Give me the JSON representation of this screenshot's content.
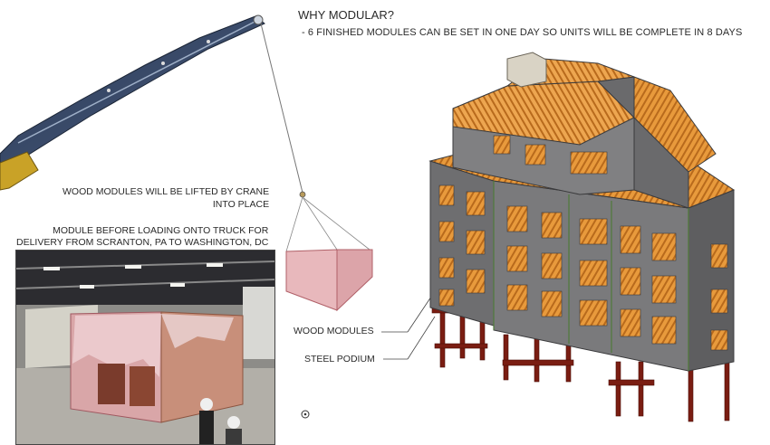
{
  "heading": "WHY MODULAR?",
  "bullet": "- 6  FINISHED MODULES CAN BE SET IN ONE DAY SO UNITS WILL BE COMPLETE IN 8 DAYS",
  "crane_note": {
    "line1": "WOOD MODULES WILL BE LIFTED BY CRANE",
    "line2": "INTO PLACE"
  },
  "truck_note": {
    "line1": "MODULE BEFORE LOADING ONTO TRUCK FOR",
    "line2": "DELIVERY FROM SCRANTON, PA TO WASHINGTON, DC"
  },
  "labels": {
    "wood_modules": "WOOD MODULES",
    "steel_podium": "STEEL PODIUM"
  },
  "colors": {
    "module_pink": "#e8b8bc",
    "module_stroke": "#b06068",
    "wall_gray": "#6e6e70",
    "wood_orange": "#e89a3c",
    "steel_red": "#7a1d12"
  }
}
